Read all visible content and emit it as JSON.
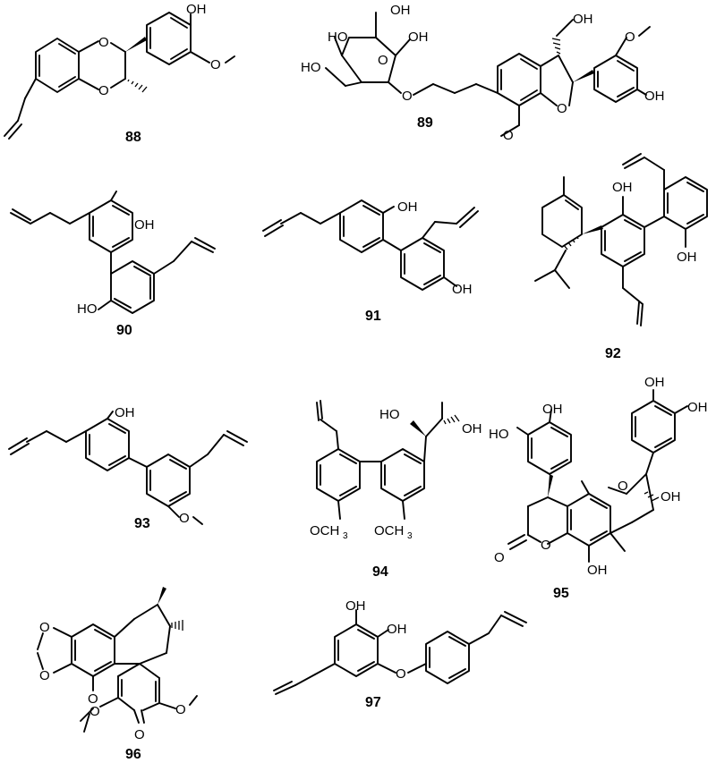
{
  "figure": {
    "compounds": [
      {
        "id": "88"
      },
      {
        "id": "89"
      },
      {
        "id": "90"
      },
      {
        "id": "91"
      },
      {
        "id": "92"
      },
      {
        "id": "93"
      },
      {
        "id": "94"
      },
      {
        "id": "95"
      },
      {
        "id": "96"
      },
      {
        "id": "97"
      }
    ],
    "atom_labels": {
      "OH": "OH",
      "HO": "HO",
      "O": "O",
      "OCH": "OCH",
      "three": "3"
    }
  }
}
